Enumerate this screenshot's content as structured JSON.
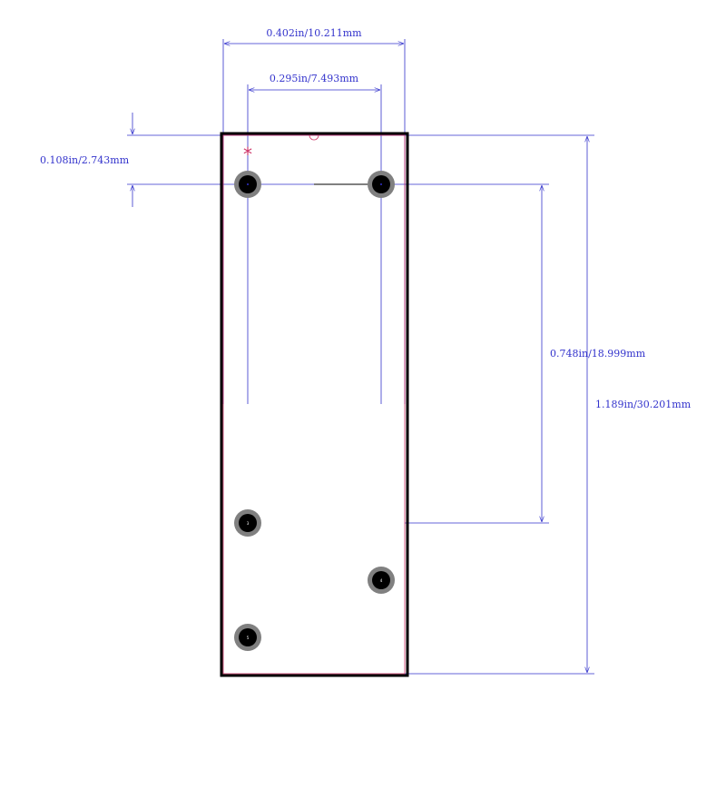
{
  "dimensions": {
    "overall_width": "0.402in/10.211mm",
    "pin_pitch_x": "0.295in/7.493mm",
    "pin1_offset_y": "0.108in/2.743mm",
    "pin_span_y": "0.748in/18.999mm",
    "overall_height": "1.189in/30.201mm"
  },
  "pin1_marker": "*",
  "pins": [
    {
      "id": "1",
      "label": ""
    },
    {
      "id": "2",
      "label": ""
    },
    {
      "id": "3",
      "label": "3"
    },
    {
      "id": "4",
      "label": "4"
    },
    {
      "id": "5",
      "label": "5"
    }
  ],
  "colors": {
    "dimension": "#3333cc",
    "outline": "#000000",
    "silkscreen": "#cc3366",
    "pad_ring": "#808080",
    "pad_hole": "#000000"
  }
}
